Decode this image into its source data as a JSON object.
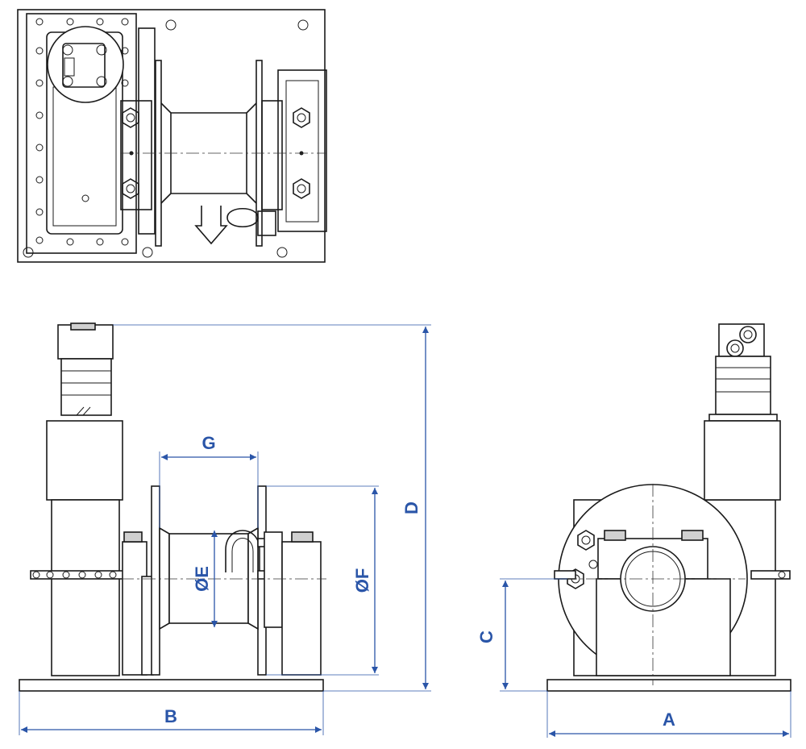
{
  "dimensions": {
    "A": "A",
    "B": "B",
    "C": "C",
    "D": "D",
    "E": "ØE",
    "F": "ØF",
    "G": "G"
  },
  "colors": {
    "dimension": "#2a55a8",
    "line": "#1a1a1a",
    "background": "#ffffff"
  }
}
